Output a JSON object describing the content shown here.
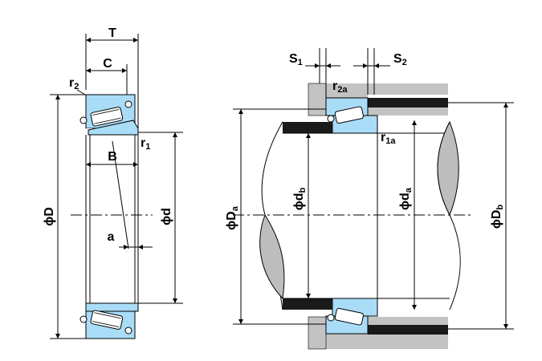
{
  "bearing_view": {
    "T": "T",
    "C": "C",
    "r2": "r",
    "r2_sub": "2",
    "r1": "r",
    "r1_sub": "1",
    "B": "B",
    "a": "a",
    "phiD": "ϕD",
    "phid": "ϕd"
  },
  "mounting_view": {
    "S1": "S",
    "S1_sub": "1",
    "S2": "S",
    "S2_sub": "2",
    "r2a": "r",
    "r2a_sub": "2a",
    "r1a": "r",
    "r1a_sub": "1a",
    "phiDa": "ϕD",
    "phiDa_sub": "a",
    "phidb": "ϕd",
    "phidb_sub": "b",
    "phida": "ϕd",
    "phida_sub": "a",
    "phiDb": "ϕD",
    "phiDb_sub": "b"
  },
  "colors": {
    "bearing_fill": "#a9dcf7",
    "housing_fill": "#c3c3c3",
    "shaft_section": "#bdbdbd",
    "shoulder_dark": "#1a1a1a"
  }
}
